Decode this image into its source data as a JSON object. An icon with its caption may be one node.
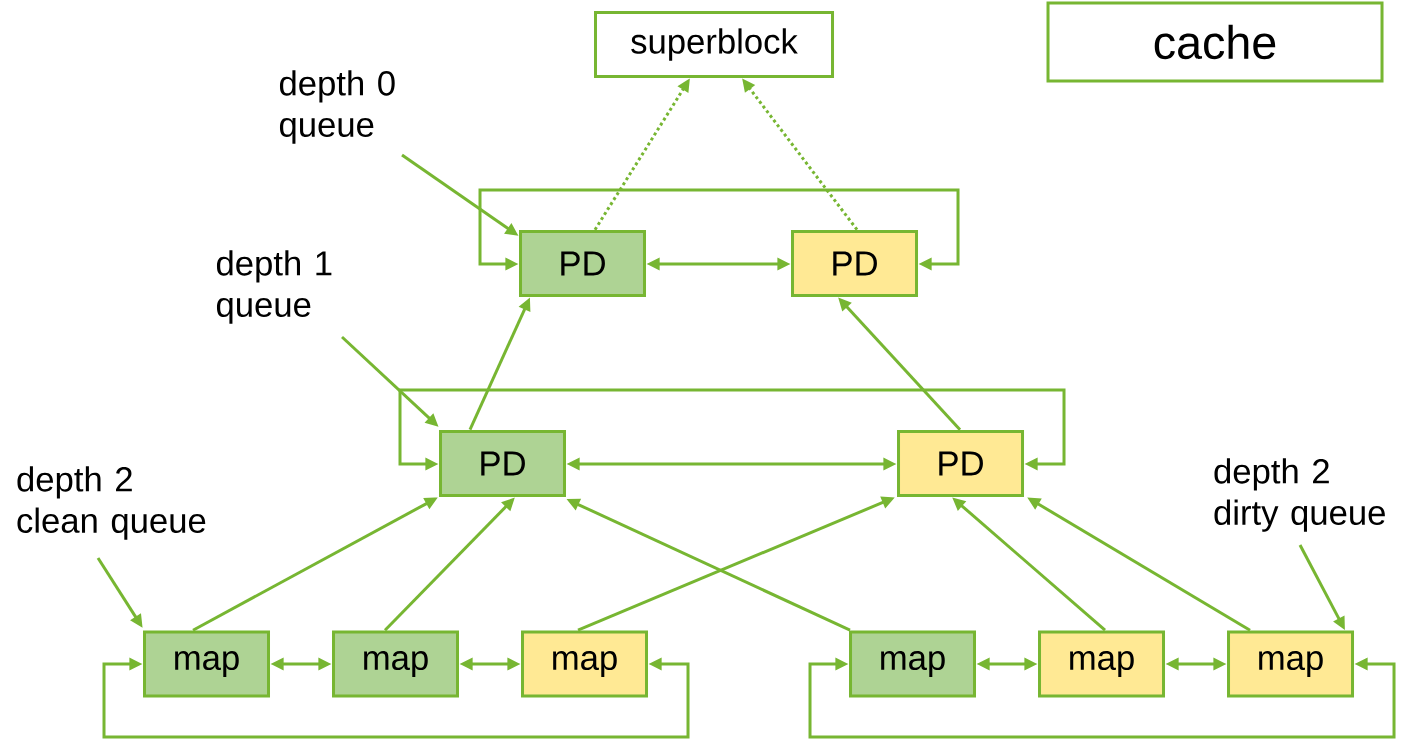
{
  "diagram": {
    "nodes": [
      {
        "text": [
          "superblock"
        ]
      },
      {
        "text": [
          "cache"
        ]
      },
      {
        "text": [
          "PD"
        ]
      },
      {
        "text": [
          "PD"
        ]
      },
      {
        "text": [
          "PD"
        ]
      },
      {
        "text": [
          "PD"
        ]
      },
      {
        "text": [
          "map"
        ]
      },
      {
        "text": [
          "map"
        ]
      },
      {
        "text": [
          "map"
        ]
      },
      {
        "text": [
          "map"
        ]
      },
      {
        "text": [
          "map"
        ]
      },
      {
        "text": [
          "map"
        ]
      },
      {
        "text": [
          "depth 0 queue"
        ]
      },
      {
        "text": [
          "depth 1 queue"
        ]
      },
      {
        "text": [
          "depth 2 clean queue"
        ]
      },
      {
        "text": [
          "depth 2 dirty queue"
        ]
      }
    ],
    "edges": [
      {
        "from": 2,
        "to": 0,
        "arrow": "to",
        "style": "dashed"
      },
      {
        "from": 3,
        "to": 0,
        "arrow": "to",
        "style": "dashed"
      },
      {
        "from": 2,
        "to": 3,
        "arrow": "both"
      },
      {
        "from": 2,
        "to": 3,
        "arrow": "both"
      },
      {
        "from": 4,
        "to": 2,
        "arrow": "to"
      },
      {
        "from": 5,
        "to": 3,
        "arrow": "to"
      },
      {
        "from": 4,
        "to": 5,
        "arrow": "both"
      },
      {
        "from": 4,
        "to": 5,
        "arrow": "both"
      },
      {
        "from": 6,
        "to": 4,
        "arrow": "to"
      },
      {
        "from": 7,
        "to": 4,
        "arrow": "to"
      },
      {
        "from": 8,
        "to": 5,
        "arrow": "to"
      },
      {
        "from": 9,
        "to": 4,
        "arrow": "to"
      },
      {
        "from": 10,
        "to": 5,
        "arrow": "to"
      },
      {
        "from": 11,
        "to": 5,
        "arrow": "to"
      },
      {
        "from": 6,
        "to": 7,
        "arrow": "both"
      },
      {
        "from": 7,
        "to": 8,
        "arrow": "both"
      },
      {
        "from": 6,
        "to": 8,
        "arrow": "both"
      },
      {
        "from": 9,
        "to": 10,
        "arrow": "both"
      },
      {
        "from": 10,
        "to": 11,
        "arrow": "both"
      },
      {
        "from": 9,
        "to": 11,
        "arrow": "both"
      },
      {
        "from": 12,
        "to": 2,
        "arrow": "to"
      },
      {
        "from": 13,
        "to": 4,
        "arrow": "to"
      },
      {
        "from": 14,
        "to": 6,
        "arrow": "to"
      },
      {
        "from": 15,
        "to": 11,
        "arrow": "to"
      }
    ]
  }
}
